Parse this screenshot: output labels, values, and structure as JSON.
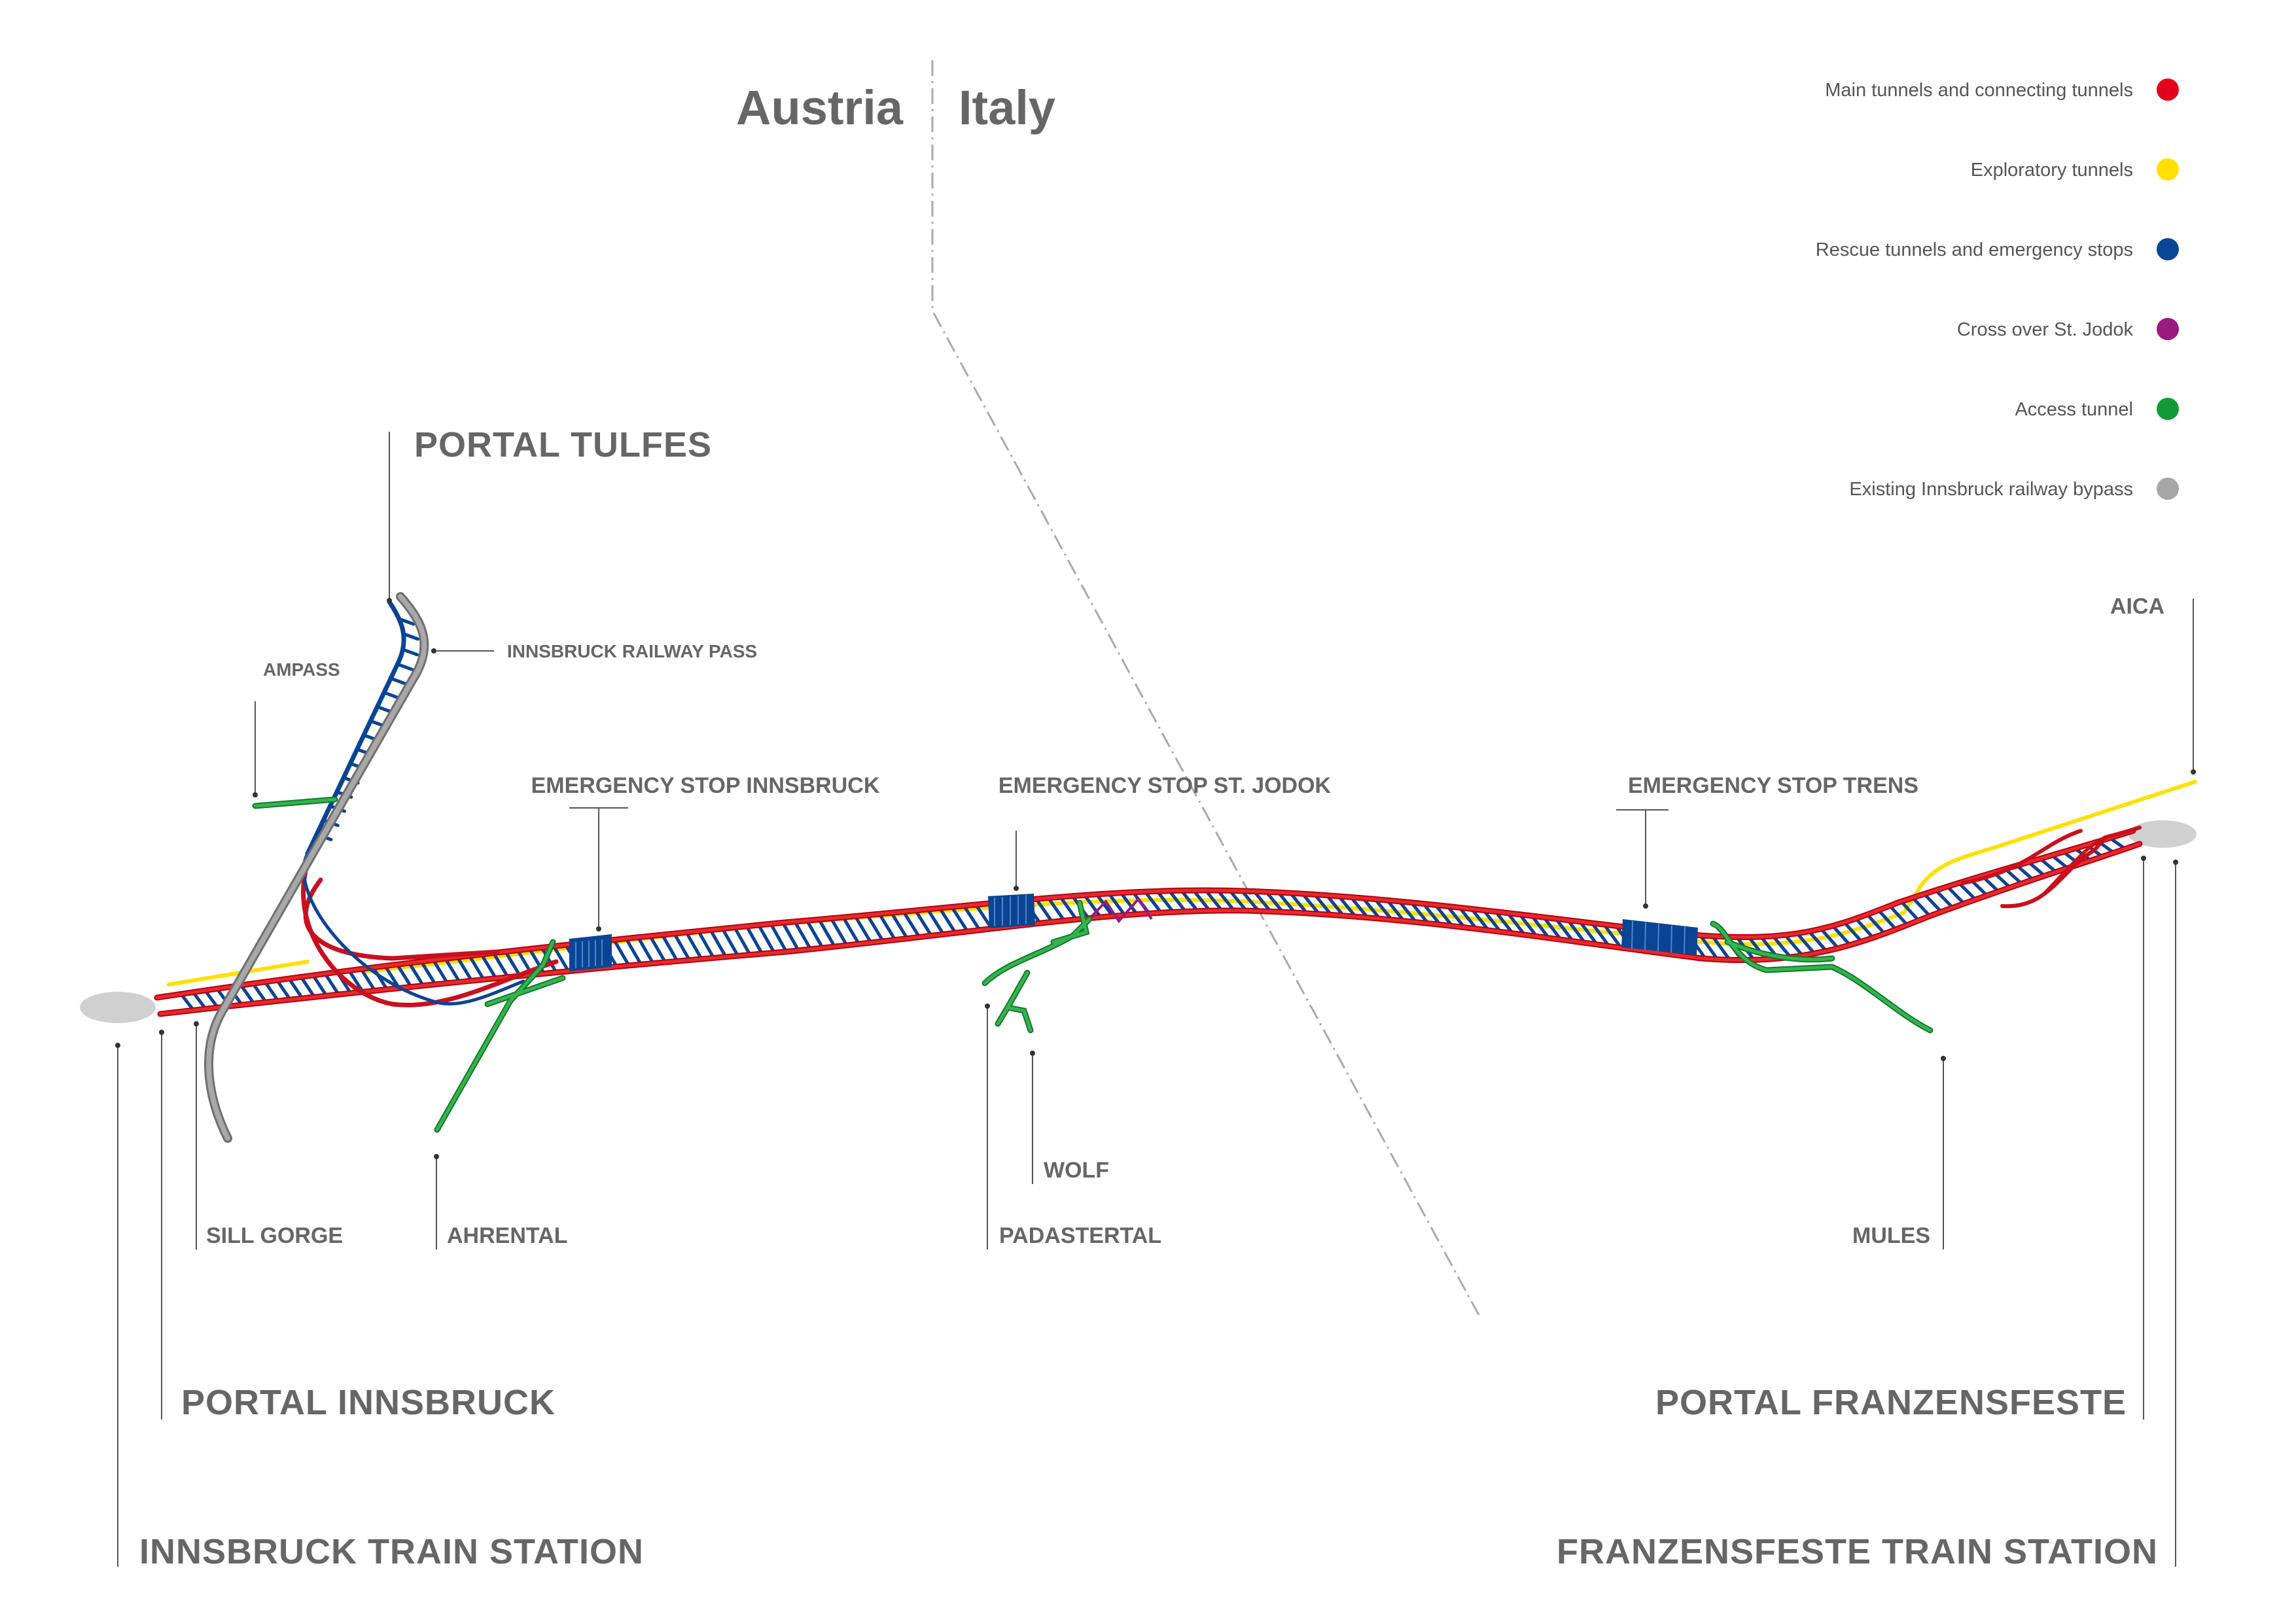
{
  "countries": {
    "left": "Austria",
    "right": "Italy"
  },
  "legend": {
    "items": [
      {
        "label": "Main tunnels and connecting tunnels",
        "color": "#e3001b"
      },
      {
        "label": "Exploratory tunnels",
        "color": "#ffe000"
      },
      {
        "label": "Rescue tunnels and emergency stops",
        "color": "#0a4494"
      },
      {
        "label": "Cross over St. Jodok",
        "color": "#9b1a7d"
      },
      {
        "label": "Access tunnel",
        "color": "#139a38"
      },
      {
        "label": "Existing Innsbruck railway bypass",
        "color": "#a6a6a6"
      }
    ]
  },
  "labels": {
    "portal_tulfes": "PORTAL TULFES",
    "innsbruck_railway_pass": "INNSBRUCK RAILWAY PASS",
    "ampass": "AMPASS",
    "emergency_stop_innsbruck": "EMERGENCY STOP INNSBRUCK",
    "emergency_stop_st_jodok": "EMERGENCY STOP ST. JODOK",
    "emergency_stop_trens": "EMERGENCY STOP TRENS",
    "aica": "AICA",
    "sill_gorge": "SILL GORGE",
    "ahrental": "AHRENTAL",
    "padastertal": "PADASTERTAL",
    "wolf": "WOLF",
    "mules": "MULES",
    "portal_innsbruck": "PORTAL INNSBRUCK",
    "portal_franzensfeste": "PORTAL FRANZENSFESTE",
    "innsbruck_train_station": "INNSBRUCK TRAIN STATION",
    "franzensfeste_train_station": "FRANZENSFESTE TRAIN STATION"
  }
}
